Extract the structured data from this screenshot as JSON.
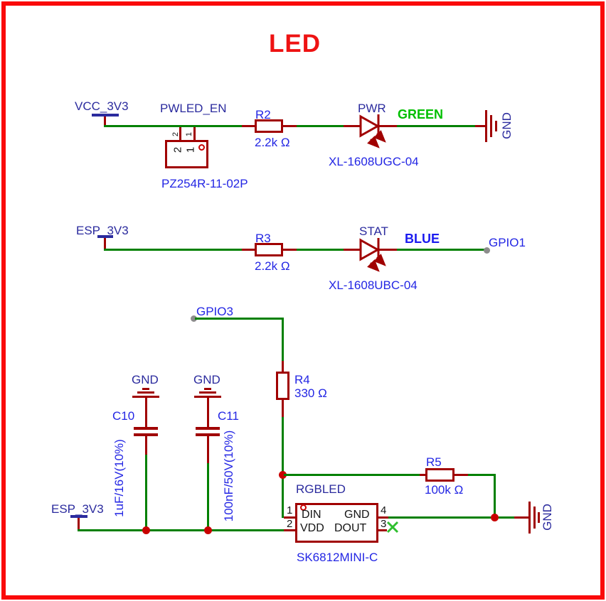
{
  "title": "LED",
  "labels": {
    "gnd": "GND"
  },
  "row1": {
    "power": "VCC_3V3",
    "net": "PWLED_EN",
    "connector": {
      "part": "PZ254R-11-02P",
      "pin2": "2",
      "pin1": "1"
    },
    "resistor": {
      "ref": "R2",
      "value": "2.2k Ω"
    },
    "led": {
      "name": "PWR",
      "color": "GREEN",
      "part": "XL-1608UGC-04"
    }
  },
  "row2": {
    "power": "ESP_3V3",
    "resistor": {
      "ref": "R3",
      "value": "2.2k Ω"
    },
    "led": {
      "name": "STAT",
      "color": "BLUE",
      "part": "XL-1608UBC-04"
    },
    "net": "GPIO1"
  },
  "row3": {
    "net": "GPIO3",
    "r4": {
      "ref": "R4",
      "value": "330 Ω"
    },
    "r5": {
      "ref": "R5",
      "value": "100k Ω"
    },
    "c10": {
      "ref": "C10",
      "value": "1uF/16V(10%)"
    },
    "c11": {
      "ref": "C11",
      "value": "100nF/50V(10%)"
    },
    "power": "ESP_3V3",
    "ic": {
      "name": "RGBLED",
      "part": "SK6812MINI-C",
      "pin1": "1",
      "pin2": "2",
      "pin3": "3",
      "pin4": "4",
      "din": "DIN",
      "vdd": "VDD",
      "gnd": "GND",
      "dout": "DOUT"
    }
  },
  "colors": {
    "wire": "#008000",
    "component": "#a00000",
    "value_text": "#2326e4",
    "net_text": "#2b2b9e",
    "green_text": "#00bf00",
    "blue_text": "#1a1af0",
    "frame": "#fa0a0a",
    "title": "#ee1212"
  }
}
